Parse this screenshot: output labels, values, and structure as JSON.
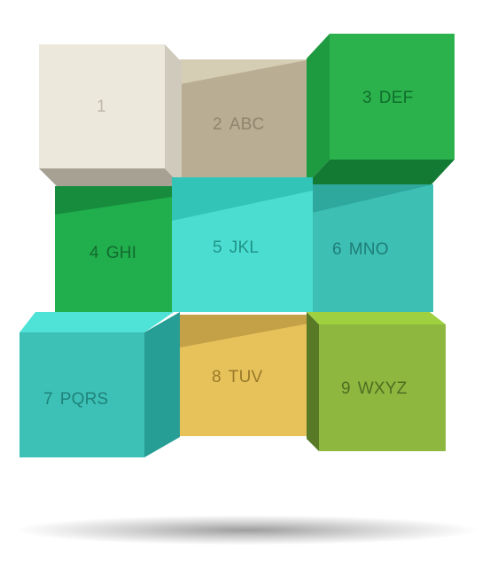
{
  "keypad": {
    "keys": [
      {
        "digit": "1",
        "letters": "",
        "colors": {
          "front": "#ECE9DC",
          "side": "#CFCABB",
          "shade": "#A6A193",
          "text": "#BDB8AA"
        }
      },
      {
        "digit": "2",
        "letters": "ABC",
        "colors": {
          "front": "#B9AD93",
          "side": "#D6CDB5",
          "shade": "#A89C82",
          "text": "#8F846D"
        }
      },
      {
        "digit": "3",
        "letters": "DEF",
        "colors": {
          "front": "#2BB24C",
          "side": "#1E9A40",
          "shade": "#127A33",
          "text": "#106E2C"
        }
      },
      {
        "digit": "4",
        "letters": "GHI",
        "colors": {
          "front": "#21AE4D",
          "side": "#178C3C",
          "shade": "#127A33",
          "text": "#136B2E"
        }
      },
      {
        "digit": "5",
        "letters": "JKL",
        "colors": {
          "front": "#4ADDD0",
          "side": "#33C4B8",
          "shade": "#2CB2A7",
          "text": "#219488"
        }
      },
      {
        "digit": "6",
        "letters": "MNO",
        "colors": {
          "front": "#3DBFB4",
          "side": "#2EA79D",
          "shade": "#2A9D94",
          "text": "#1F7E76"
        }
      },
      {
        "digit": "7",
        "letters": "PQRS",
        "colors": {
          "front": "#3DC1B6",
          "side": "#279E95",
          "shade": "#4FE2D6",
          "text": "#1F8279"
        }
      },
      {
        "digit": "8",
        "letters": "TUV",
        "colors": {
          "front": "#E7C25B",
          "side": "#C4A047",
          "shade": "#B6953F",
          "text": "#9A7A2A"
        }
      },
      {
        "digit": "9",
        "letters": "WXYZ",
        "colors": {
          "front": "#8DB73F",
          "side": "#587A26",
          "shade": "#9ED040",
          "text": "#4E6E22"
        }
      }
    ],
    "shadow_color": "#000000"
  }
}
